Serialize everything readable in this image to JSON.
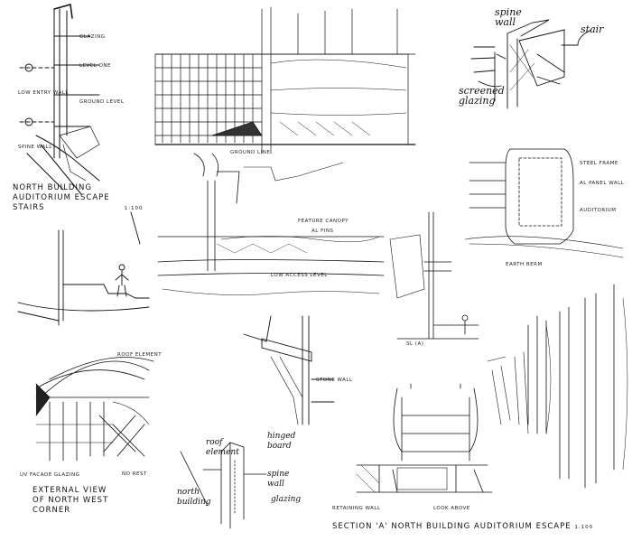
{
  "sheet": {
    "titles": {
      "north_stairs": "North Building Auditorium Escape Stairs",
      "north_stairs_scale": "1:100",
      "external_view": "External View of North West Corner",
      "section_a": "Section 'A' North Building Auditorium Escape",
      "section_a_scale": "1:100"
    },
    "handwritten": {
      "spine_wall": "spine wall",
      "stair": "stair",
      "screened_glazing": "screened glazing",
      "roof_element": "roof element",
      "hinged_board": "hinged board",
      "spine_wall_2": "spine wall",
      "glazing": "glazing",
      "north_building": "north building"
    },
    "annotations": {
      "glazing": "Glazing",
      "level_one": "Level One",
      "low_entry_wall": "Low Entry Wall",
      "ground_level": "Ground Level",
      "spine_wall": "Spine Wall",
      "ground_line": "Ground Line",
      "feature_canopy": "Feature Canopy",
      "al_fins": "Al Fins",
      "auditorium": "Auditorium",
      "steel_frame": "Steel Frame",
      "low_access": "Low Access Level",
      "al_panel_wall": "Al Panel Wall",
      "earth_berm": "Earth Berm",
      "roof_element": "Roof Element",
      "uv_facade_glazing": "UV Facade Glazing",
      "no_rest": "No Rest",
      "stone_wall": "Stone Wall",
      "look_above": "Look Above",
      "retaining_wall": "Retaining Wall",
      "sl_a": "SL (A)"
    }
  }
}
